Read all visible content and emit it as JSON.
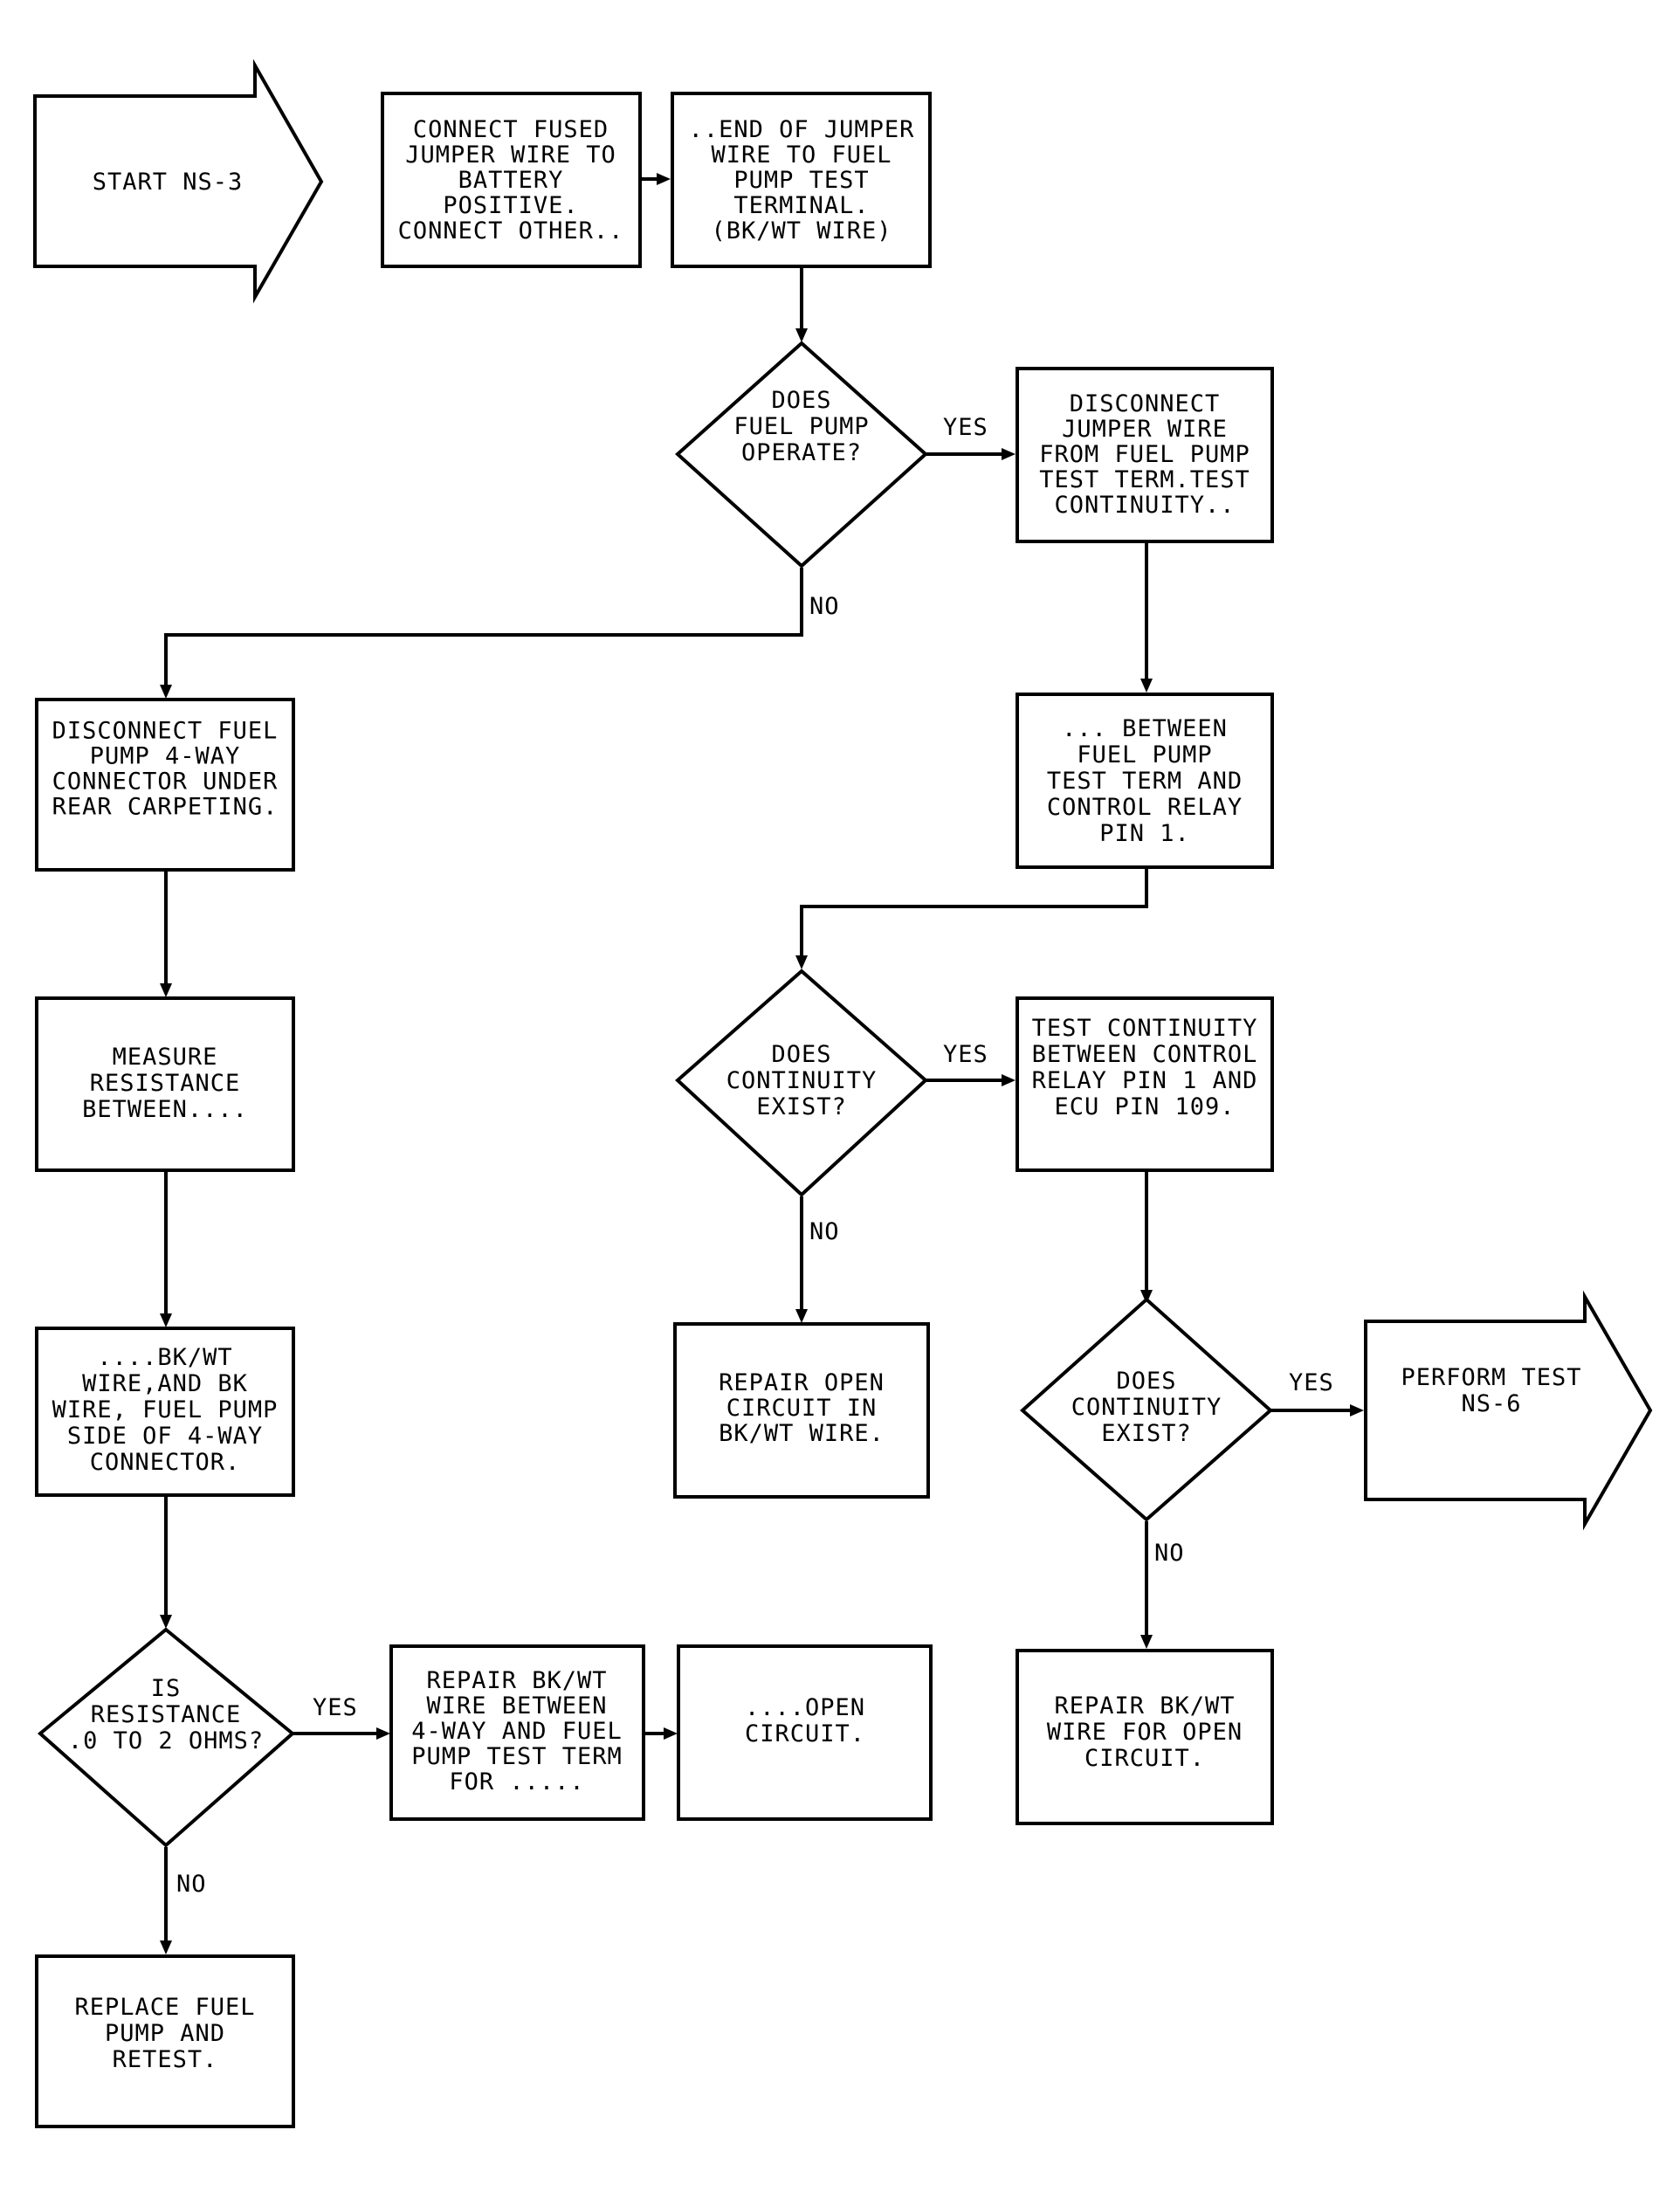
{
  "nodes": {
    "start": [
      "START NS-3"
    ],
    "connect_fused": [
      "CONNECT FUSED",
      "JUMPER WIRE TO",
      "BATTERY",
      "POSITIVE.",
      "CONNECT OTHER.."
    ],
    "end_of_jumper": [
      "..END OF JUMPER",
      "WIRE TO FUEL",
      "PUMP TEST",
      "TERMINAL.",
      "(BK/WT WIRE)"
    ],
    "q_pump_operate": [
      "DOES",
      "FUEL PUMP",
      "OPERATE?"
    ],
    "disconnect_jumper": [
      "DISCONNECT",
      "JUMPER WIRE",
      "FROM FUEL PUMP",
      "TEST TERM.TEST",
      "CONTINUITY.."
    ],
    "between_test_term": [
      "... BETWEEN",
      "FUEL PUMP",
      "TEST TERM AND",
      "CONTROL RELAY",
      "PIN 1."
    ],
    "disconnect_connector": [
      "DISCONNECT FUEL",
      "PUMP 4-WAY",
      "CONNECTOR UNDER",
      "REAR CARPETING."
    ],
    "measure_resistance": [
      "MEASURE",
      "RESISTANCE",
      "BETWEEN...."
    ],
    "bkwt_wire": [
      "....BK/WT",
      "WIRE,AND BK",
      "WIRE, FUEL PUMP",
      "SIDE OF 4-WAY",
      "CONNECTOR."
    ],
    "q_continuity_1": [
      "DOES",
      "CONTINUITY",
      "EXIST?"
    ],
    "test_continuity": [
      "TEST CONTINUITY",
      "BETWEEN CONTROL",
      "RELAY PIN 1 AND",
      "ECU PIN 109."
    ],
    "repair_open_circuit": [
      "REPAIR OPEN",
      "CIRCUIT IN",
      "BK/WT WIRE."
    ],
    "q_continuity_2": [
      "DOES",
      "CONTINUITY",
      "EXIST?"
    ],
    "perform_test": [
      "PERFORM TEST",
      "NS-6"
    ],
    "q_resistance": [
      "IS",
      "RESISTANCE",
      ".0 TO 2 OHMS?"
    ],
    "repair_bkwt_between": [
      "REPAIR BK/WT",
      "WIRE BETWEEN",
      "4-WAY AND FUEL",
      "PUMP TEST TERM",
      "FOR ....."
    ],
    "open_circuit": [
      "....OPEN",
      "CIRCUIT."
    ],
    "repair_bkwt_open": [
      "REPAIR BK/WT",
      "WIRE FOR OPEN",
      "CIRCUIT."
    ],
    "replace_pump": [
      "REPLACE FUEL",
      "PUMP AND",
      "RETEST."
    ]
  },
  "edge_labels": {
    "yes": "YES",
    "no": "NO"
  }
}
